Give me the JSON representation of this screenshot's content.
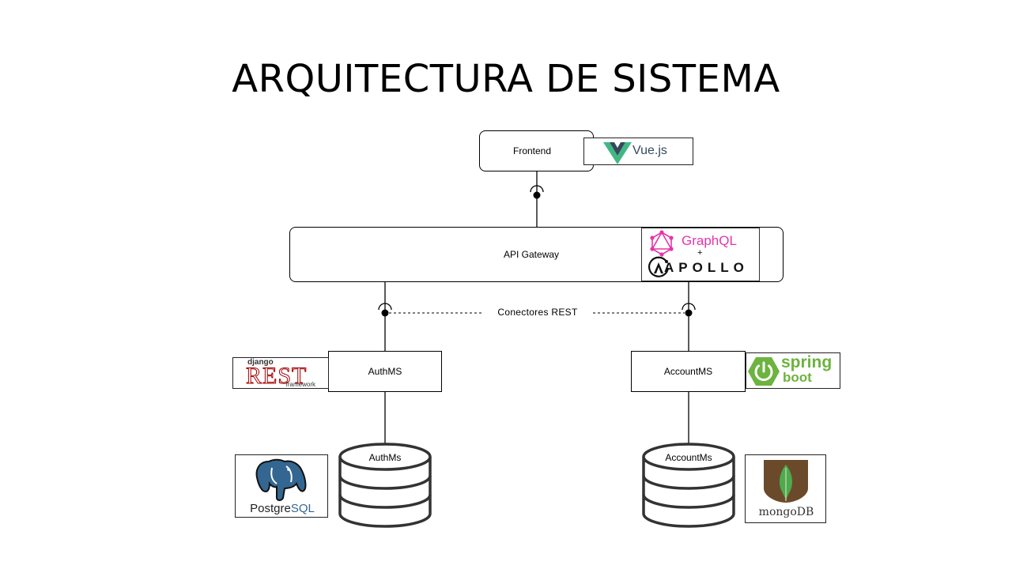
{
  "title": "ARQUITECTURA DE SISTEMA",
  "nodes": {
    "frontend": "Frontend",
    "api_gateway": "API Gateway",
    "auth_ms": "AuthMS",
    "account_ms": "AccountMS"
  },
  "databases": {
    "auth_db": "AuthMs",
    "account_db": "AccountMs"
  },
  "connector_label": "Conectores REST",
  "logos": {
    "vue": "Vue.js",
    "graphql": "GraphQL",
    "plus": "+",
    "apollo": "APOLLO",
    "django_top": "django",
    "django_rest": "REST",
    "django_bottom": "framework",
    "spring_top": "spring",
    "spring_bottom": "boot",
    "postgres_a": "Postgre",
    "postgres_b": "SQL",
    "mongo_a": "mongo",
    "mongo_b": "DB"
  },
  "colors": {
    "vue_green": "#41b883",
    "vue_dark": "#34495e",
    "graphql_pink": "#e535ab",
    "spring_green": "#6db33f",
    "postgres_blue": "#336791",
    "mongo_green": "#4fa94d",
    "mongo_brown": "#6b4a2b"
  }
}
